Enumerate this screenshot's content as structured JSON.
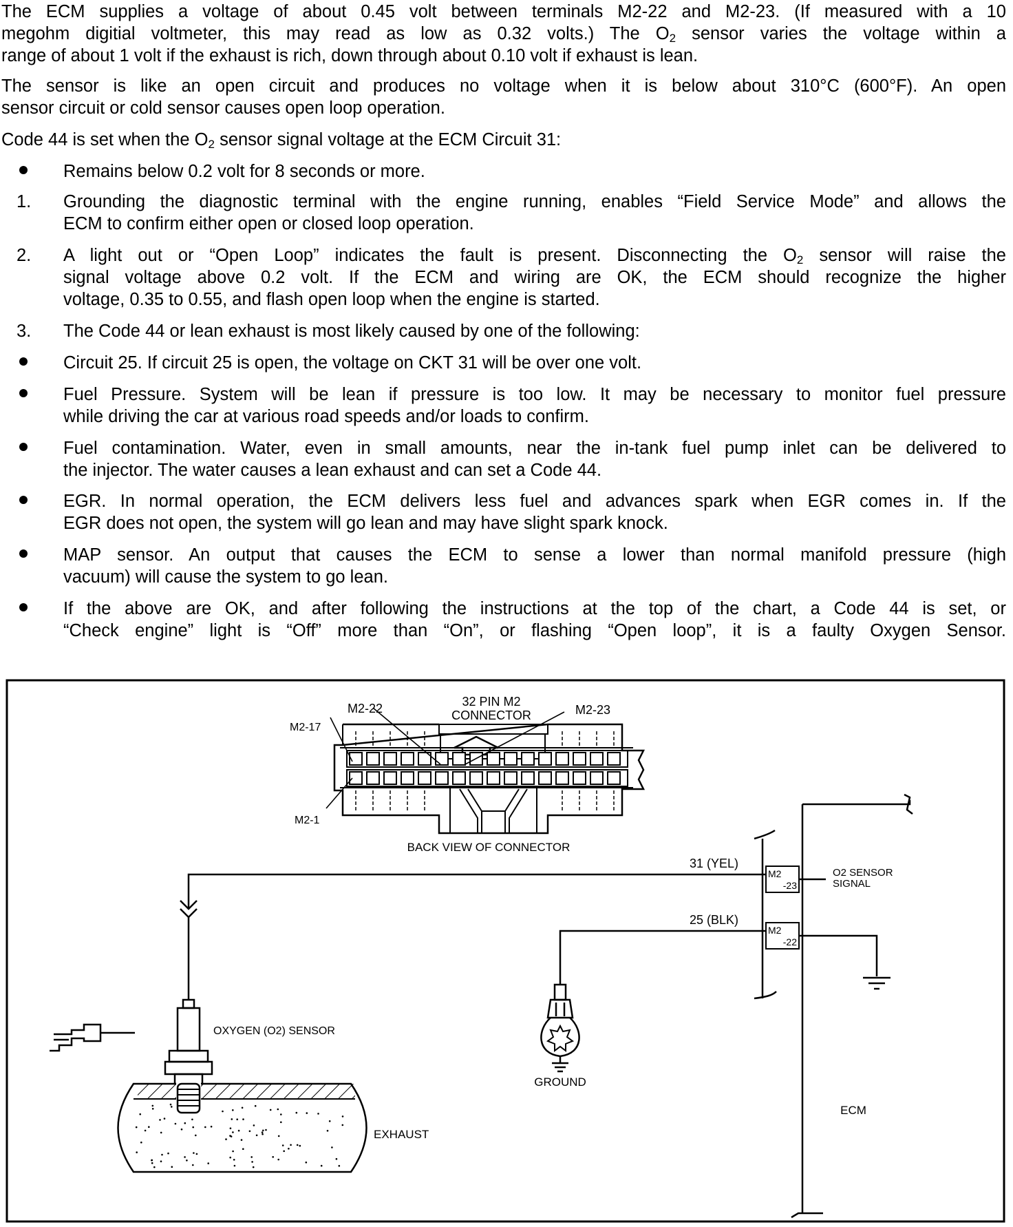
{
  "text": {
    "p1_l1": "The ECM supplies a voltage of about 0.45 volt between terminals M2-22 and M2-23. (If measured with a 10",
    "p1_l2": "megohm digitial voltmeter, this may read as low as 0.32 volts.)   The O",
    "p1_l2_sub": "2",
    "p1_l2_end": " sensor varies the voltage within a",
    "p1_l3": "range of about 1 volt if the exhaust is rich, down through about 0.10 volt if exhaust is lean.",
    "p2_l1": "The sensor is like an open circuit and produces no voltage when it is below about 310°C (600°F).   An open",
    "p2_l2": "sensor circuit or cold sensor causes open loop operation.",
    "p3_a": "Code 44 is set when the O",
    "p3_sub": "2",
    "p3_b": " sensor signal voltage at the ECM Circuit 31:",
    "b1": "Remains below 0.2 volt for 8 seconds or more.",
    "n1_mark": "1.",
    "n1_l1": "Grounding the diagnostic terminal with the engine running, enables “Field Service Mode” and allows the",
    "n1_l2": "ECM to confirm either open or closed loop operation.",
    "n2_mark": "2.",
    "n2_l1a": "A light out or “Open Loop” indicates the fault is present.   Disconnecting the O",
    "n2_l1_sub": "2",
    "n2_l1b": " sensor will raise the",
    "n2_l2": "signal voltage above 0.2 volt.   If the ECM and wiring are OK, the ECM should recognize the higher",
    "n2_l3": "voltage, 0.35 to 0.55, and flash open loop when the engine is started.",
    "n3_mark": "3.",
    "n3_l1": "The Code 44 or lean exhaust is most likely caused by one of the following:",
    "c1": "Circuit 25.   If circuit 25 is open, the voltage on CKT 31 will be over one volt.",
    "c2_l1": "Fuel Pressure.   System will be lean if pressure is too low.   It may be necessary to monitor fuel pressure",
    "c2_l2": "while driving the car at various road speeds and/or loads to confirm.",
    "c3_l1": "Fuel contamination.   Water, even in small amounts, near the in-tank fuel pump inlet can be delivered to",
    "c3_l2": "the injector.   The water causes a lean exhaust and can set a Code 44.",
    "c4_l1": "EGR.   In normal operation, the ECM delivers less fuel and advances spark when EGR comes in.   If the",
    "c4_l2": "EGR does not open, the system will go lean and may have slight spark knock.",
    "c5_l1": "MAP sensor.   An output that causes the ECM to sense a lower than normal manifold pressure (high",
    "c5_l2": "vacuum) will cause the system to go lean.",
    "c6_l1": "If the above are OK, and after following the instructions at the top of the chart, a Code 44 is set, or",
    "c6_l2": "“Check engine” light is “Off” more than “On”, or flashing “Open loop”, it is a faulty Oxygen Sensor."
  },
  "diagram": {
    "m2_22": "M2-22",
    "m2_23": "M2-23",
    "m2_17": "M2-17",
    "m2_1": "M2-1",
    "connector_l1": "32 PIN M2",
    "connector_l2": "CONNECTOR",
    "back_view": "BACK VIEW OF CONNECTOR",
    "wire_31": "31 (YEL)",
    "wire_25": "25 (BLK)",
    "pin_a_top": "M2",
    "pin_a_bot": "-23",
    "pin_b_top": "M2",
    "pin_b_bot": "-22",
    "signal_l1": "O2 SENSOR",
    "signal_l2": "SIGNAL",
    "oxygen_sensor": "OXYGEN (O2) SENSOR",
    "ground": "GROUND",
    "exhaust": "EXHAUST",
    "ecm": "ECM"
  }
}
